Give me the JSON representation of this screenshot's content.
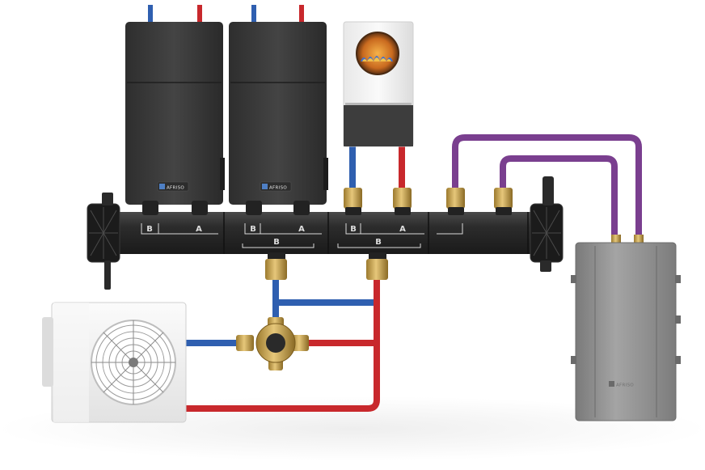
{
  "brand": {
    "name": "AFRISO"
  },
  "manifold": {
    "port_labels_top": [
      "B",
      "A",
      "B",
      "A",
      "B",
      "A"
    ],
    "port_labels_bottom": [
      "B",
      "B"
    ]
  },
  "colors": {
    "hot_pipe": "#c8282c",
    "cold_pipe": "#2f5fb0",
    "loop_pipe": "#7a3f8f",
    "module_body": "#3a3a3a",
    "manifold": "#2b2b2b",
    "brass": "#c9a24a",
    "tank": "#8e8e8e",
    "outdoor_unit": "#f4f4f4"
  },
  "icons": {
    "boiler_window": "flame-icon",
    "outdoor_unit_fan": "fan-icon"
  }
}
